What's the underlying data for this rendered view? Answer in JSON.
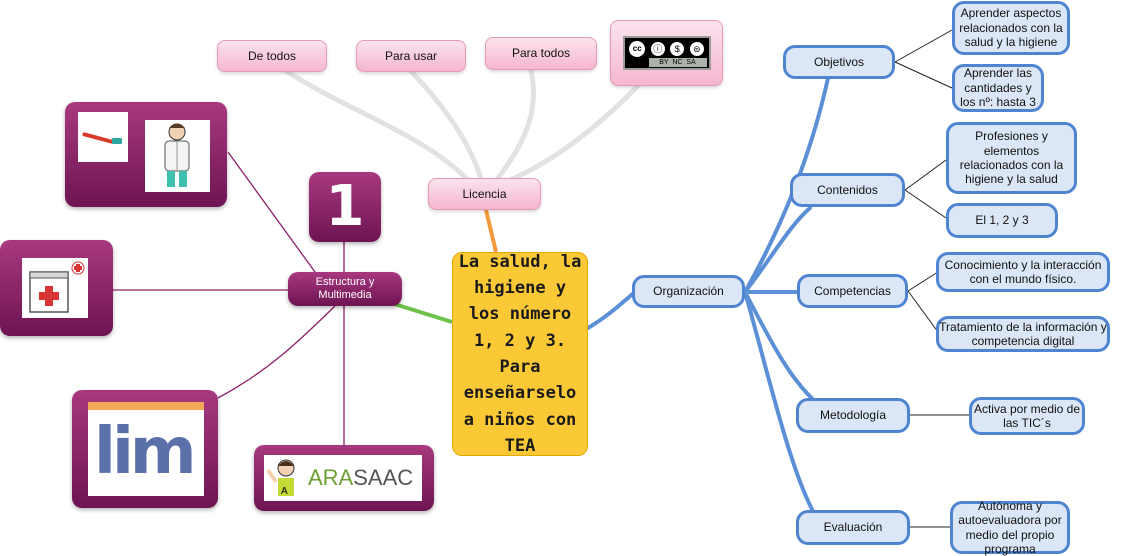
{
  "center": "La salud, la higiene y los número 1, 2 y 3. Para enseñarselo a niños con TEA",
  "licencia": {
    "label": "Licencia",
    "items": [
      "De todos",
      "Para usar",
      "Para todos"
    ],
    "cc_badge": {
      "top": [
        "cc",
        "ⓘ",
        "$",
        "⊜"
      ],
      "bottom": "BY  NC  SA"
    }
  },
  "estructura": {
    "label": "Estructura y Multimedia",
    "number_tile": "1",
    "logos": {
      "lim": "lim",
      "arasaac": [
        "ARA",
        "SAAC"
      ]
    },
    "icons": [
      "toothbrush-icon",
      "doctor-icon",
      "first-aid-kit-icon"
    ]
  },
  "organizacion": {
    "label": "Organización",
    "branches": [
      {
        "label": "Objetivos",
        "children": [
          "Aprender aspectos relacionados con la salud y la higiene",
          "Aprender las cantidades y los nº: hasta 3"
        ]
      },
      {
        "label": "Contenidos",
        "children": [
          "Profesiones y elementos relacionados con la higiene y la salud",
          "El 1, 2 y 3"
        ]
      },
      {
        "label": "Competencias",
        "children": [
          "Conocimiento y la interacción con el mundo físico.",
          "Tratamiento de la información y competencia digital"
        ]
      },
      {
        "label": "Metodología",
        "children": [
          "Activa por medio de las TIC´s"
        ]
      },
      {
        "label": "Evaluación",
        "children": [
          "Autónoma y autoevaluadora por medio del propio programa"
        ]
      }
    ]
  },
  "colors": {
    "blue_line": "#5b8fd6",
    "purple": "#8b2167",
    "orange_link": "#f59a3c",
    "green_link": "#6cc24a",
    "center_fill": "#fcc936"
  }
}
